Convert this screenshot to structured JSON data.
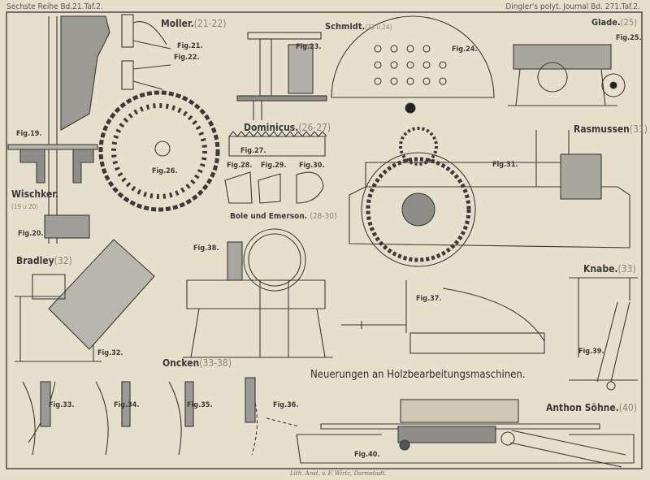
{
  "header": {
    "left": "Sechste Reihe Bd.21.Taf.2.",
    "right": "Dingler's polyt. Journal Bd. 271.Taf.2."
  },
  "title": "Neuerungen an Holzbearbeitungsmaschinen.",
  "footer": "Lith. Anst. v. F. Wirtz, Darmstadt.",
  "makers": {
    "moller": {
      "name": "Moller.",
      "range": "(21-22)"
    },
    "schmidt": {
      "name": "Schmidt.",
      "range": "(23 u.24)"
    },
    "glade": {
      "name": "Glade.",
      "range": "(25)"
    },
    "dominicus": {
      "name": "Dominicus.",
      "range": "(26-27)"
    },
    "rasmussen": {
      "name": "Rasmussen",
      "range": "(31)"
    },
    "wischker": {
      "name": "Wischker.",
      "range": "(19 u.20)"
    },
    "bole": {
      "name": "Bole und Emerson.",
      "range": "(28-30)"
    },
    "bradley": {
      "name": "Bradley",
      "range": "(32)"
    },
    "knabe": {
      "name": "Knabe.",
      "range": "(33)"
    },
    "oncken": {
      "name": "Oncken",
      "range": "(33-38)"
    },
    "anthon": {
      "name": "Anthon Söhne.",
      "range": "(40)"
    }
  },
  "figures": {
    "f19": "Fig.19.",
    "f20": "Fig.20.",
    "f21": "Fig.21.",
    "f22": "Fig.22.",
    "f23": "Fig.23.",
    "f24": "Fig.24.",
    "f25": "Fig.25.",
    "f26": "Fig.26.",
    "f27": "Fig.27.",
    "f28": "Fig.28.",
    "f29": "Fig.29.",
    "f30": "Fig.30.",
    "f31": "Fig.31.",
    "f32": "Fig.32.",
    "f33": "Fig.33.",
    "f34": "Fig.34.",
    "f35": "Fig.35.",
    "f36": "Fig.36.",
    "f37": "Fig.37.",
    "f38": "Fig.38.",
    "f39": "Fig.39.",
    "f40": "Fig.40."
  }
}
